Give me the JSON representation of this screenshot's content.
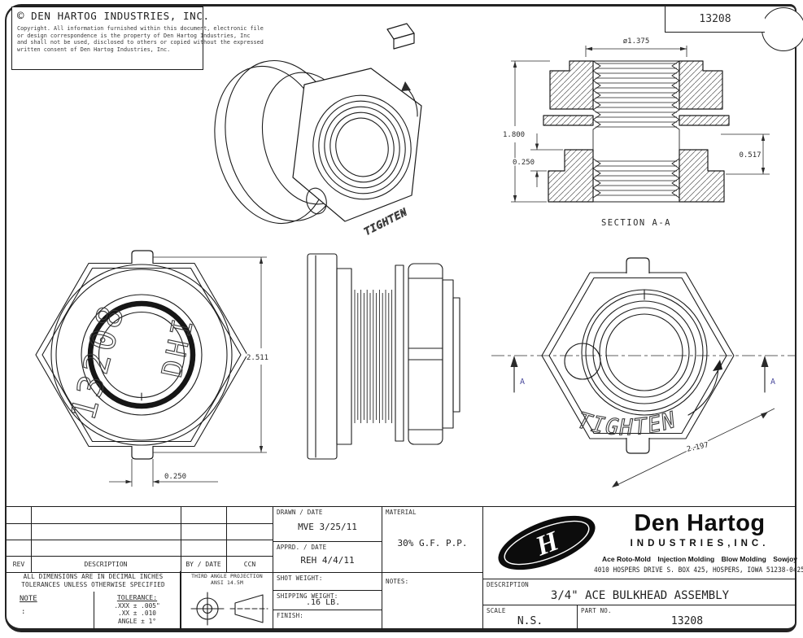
{
  "sheet": {
    "copyright_symbol": "©",
    "header_title": "DEN HARTOG INDUSTRIES, INC.",
    "copyright_lines": [
      "Copyright. All information furnished within this document, electronic file",
      "or design correspondence is the property of Den Hartog Industries, Inc",
      "and shall not be used, disclosed to others or copied without the expressed",
      "written consent of Den Hartog Industries, Inc."
    ],
    "part_no_box": "13208"
  },
  "views": {
    "front": {
      "emboss_part_no": "13208",
      "emboss_brand": "DHI",
      "dim_overall": "2.511",
      "dim_tab": "0.250"
    },
    "back": {
      "emboss_tighten": "TIGHTEN",
      "dim_across_corners": "2.197",
      "section_arrow_label": "A"
    },
    "section": {
      "label": "SECTION A-A",
      "dim_thread_dia": "ø1.375",
      "dim_overall_height": "1.800",
      "dim_depth": "0.517",
      "dim_flange": "0.250"
    },
    "iso": {
      "emboss_tighten": "TIGHTEN"
    }
  },
  "revision_table": {
    "rev": "REV",
    "description": "DESCRIPTION",
    "by_date": "BY / DATE",
    "ccn": "CCN"
  },
  "standards": {
    "dims_line1": "ALL DIMENSIONS ARE IN DECIMAL INCHES",
    "dims_line2": "TOLERANCES UNLESS OTHERWISE SPECIFIED",
    "note_label": "NOTE",
    "note_value": ":",
    "tolerance_label": "TOLERANCE:",
    "tol_xxx": ".XXX ± .005\"",
    "tol_xx": ".XX ± .010",
    "tol_angle": "ANGLE ± 1°",
    "projection_line1": "THIRD ANGLE PROJECTION",
    "projection_line2": "ANSI 14.5M"
  },
  "title_block": {
    "drawn_label": "DRAWN / DATE",
    "drawn_value": "MVE 3/25/11",
    "apprd_label": "APPRD. / DATE",
    "apprd_value": "REH 4/4/11",
    "material_label": "MATERIAL",
    "material_value": "30% G.F. P.P.",
    "shot_weight_label": "SHOT WEIGHT:",
    "shipping_weight_label": "SHIPPING WEIGHT:",
    "shipping_weight_value": ".16 LB.",
    "finish_label": "FINISH:",
    "notes_label": "NOTES:",
    "description_label": "DESCRIPTION",
    "description_value": "3/4\" ACE BULKHEAD ASSEMBLY",
    "scale_label": "SCALE",
    "scale_value": "N.S.",
    "part_no_label": "PART NO.",
    "part_no_value": "13208"
  },
  "company": {
    "name": "Den Hartog",
    "type_line": "INDUSTRIES,INC.",
    "monogram": "H",
    "divisions": [
      "Ace Roto-Mold",
      "Injection Molding",
      "Blow Molding",
      "Sowjoy"
    ],
    "address": "4010 HOSPERS DRIVE S.  BOX 425, HOSPERS, IOWA 51238-0425"
  },
  "colors": {
    "line": "#1c1c1c",
    "section_marker": "#4a4a9c"
  }
}
